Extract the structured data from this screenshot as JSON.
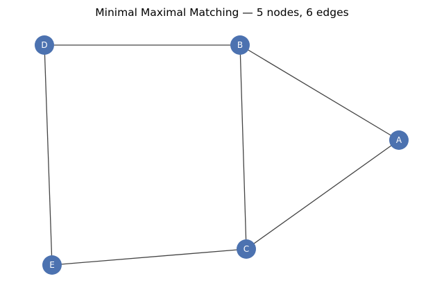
{
  "title": "Minimal Maximal Matching — 5 nodes, 6 edges",
  "colors": {
    "node": "#4c72b0",
    "edge": "#444444",
    "label": "#ffffff",
    "background": "#ffffff"
  },
  "nodes": [
    {
      "id": "A",
      "label": "A"
    },
    {
      "id": "B",
      "label": "B"
    },
    {
      "id": "C",
      "label": "C"
    },
    {
      "id": "D",
      "label": "D"
    },
    {
      "id": "E",
      "label": "E"
    }
  ],
  "edges": [
    {
      "source": "D",
      "target": "B"
    },
    {
      "source": "B",
      "target": "A"
    },
    {
      "source": "B",
      "target": "C"
    },
    {
      "source": "A",
      "target": "C"
    },
    {
      "source": "D",
      "target": "E"
    },
    {
      "source": "E",
      "target": "C"
    }
  ]
}
